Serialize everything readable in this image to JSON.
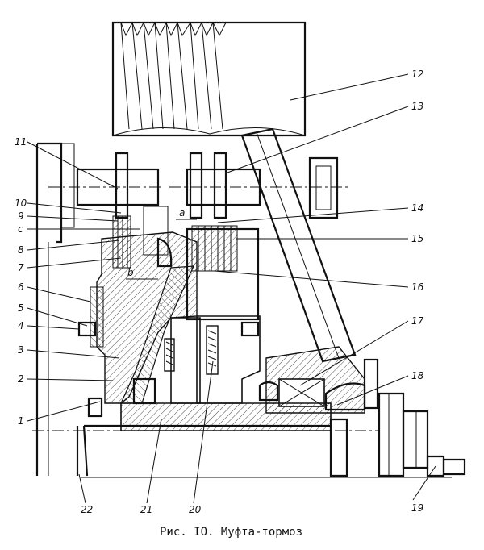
{
  "caption": "Рис. IO. Муфта-тормоз",
  "labels": {
    "n1": "1",
    "n2": "2",
    "n3": "3",
    "n4": "4",
    "n5": "5",
    "n6": "6",
    "n7": "7",
    "n8": "8",
    "n9": "9",
    "n10": "10",
    "n11": "11",
    "n12": "12",
    "n13": "13",
    "n14": "14",
    "n15": "15",
    "n16": "16",
    "n17": "17",
    "n18": "18",
    "n19": "19",
    "n20": "20",
    "n21": "21",
    "n22": "22",
    "c": "c",
    "a": "a",
    "b": "b"
  }
}
